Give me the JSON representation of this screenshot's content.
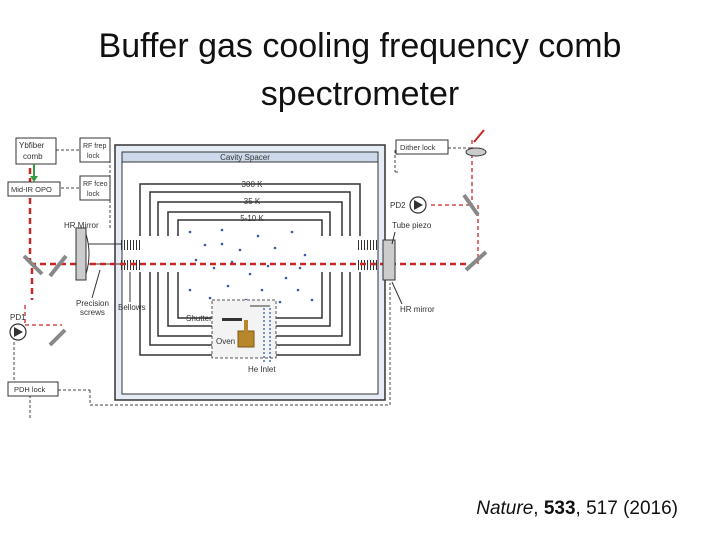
{
  "slide": {
    "title_line1": "Buffer gas cooling frequency comb",
    "title_line2": "spectrometer"
  },
  "citation": {
    "journal": "Nature",
    "volume": "533",
    "rest": "517 (2016)"
  },
  "diagram": {
    "labels": {
      "ybfiber_line1": "Ybfiber",
      "ybfiber_line2": "comb",
      "rf_frep_line1": "RF frep",
      "rf_frep_line2": "lock",
      "rf_fceo_line1": "RF fceo",
      "rf_fceo_line2": "lock",
      "mid_ir_opo": "Mid-IR OPO",
      "hr_mirror_left": "HR Mirror",
      "precision_line1": "Precision",
      "precision_line2": "screws",
      "bellows": "Bellows",
      "pd1": "PD1",
      "pdh_lock": "PDH lock",
      "cavity_spacer": "Cavity Spacer",
      "temp_300k": "300 K",
      "temp_35k": "35 K",
      "temp_5_10k": "5-10 K",
      "shutter": "Shutter",
      "oven": "Oven",
      "he_inlet": "He Inlet",
      "dither_lock": "Dither lock",
      "pd2": "PD2",
      "tube_piezo": "Tube piezo",
      "hr_mirror_right": "HR mirror"
    },
    "colors": {
      "beam": "#c62828",
      "green_arrow": "#2e9e3e",
      "he_inlet": "#2a4f9c",
      "oven": "#b8862b",
      "cavity_spacer_fill": "#e6ecf5",
      "outline": "#333333"
    }
  }
}
